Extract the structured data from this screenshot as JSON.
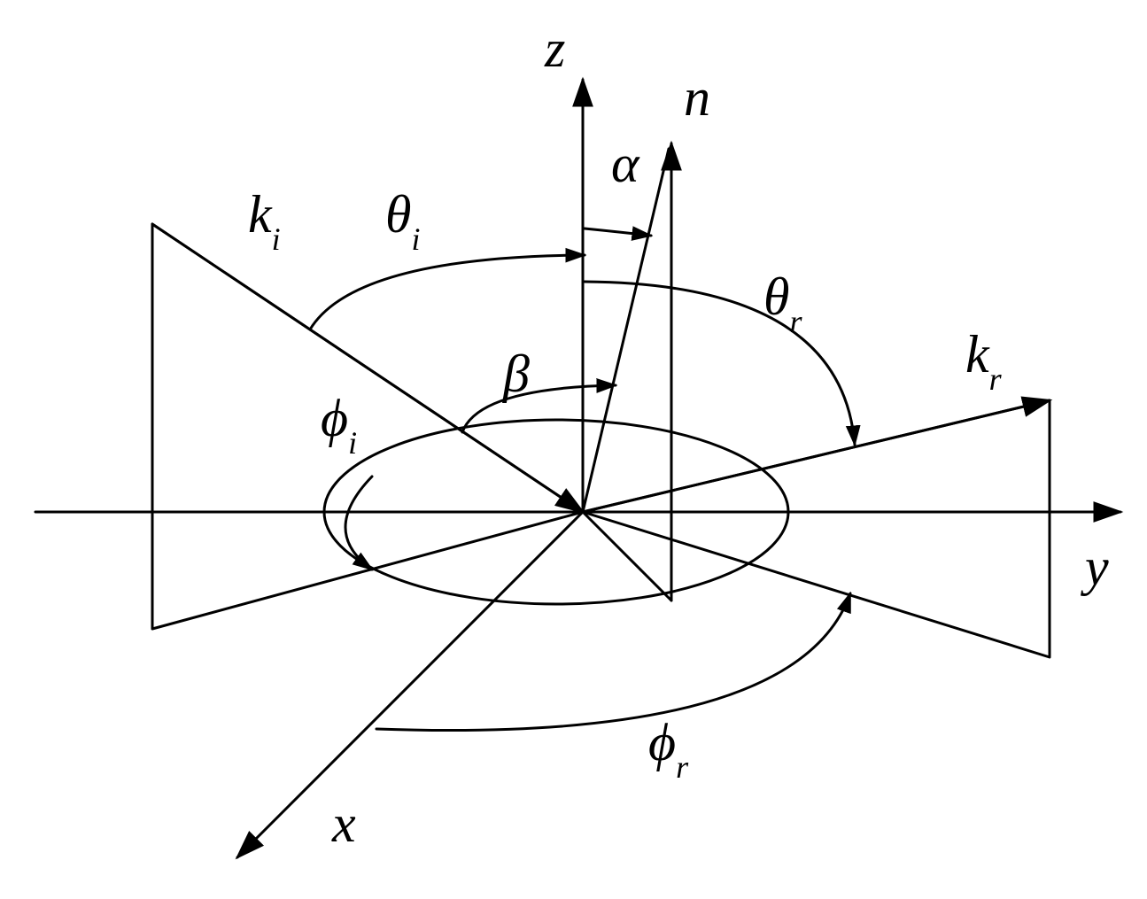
{
  "diagram": {
    "axes": {
      "z": "z",
      "y": "y",
      "x": "x"
    },
    "vectors": {
      "normal": "n",
      "incident": {
        "base": "k",
        "sub": "i"
      },
      "reflected": {
        "base": "k",
        "sub": "r"
      }
    },
    "angles": {
      "alpha": "α",
      "beta": "β",
      "theta_i": {
        "base": "θ",
        "sub": "i"
      },
      "theta_r": {
        "base": "θ",
        "sub": "r"
      },
      "phi_i": {
        "base": "ϕ",
        "sub": "i"
      },
      "phi_r": {
        "base": "ϕ",
        "sub": "r"
      }
    }
  }
}
